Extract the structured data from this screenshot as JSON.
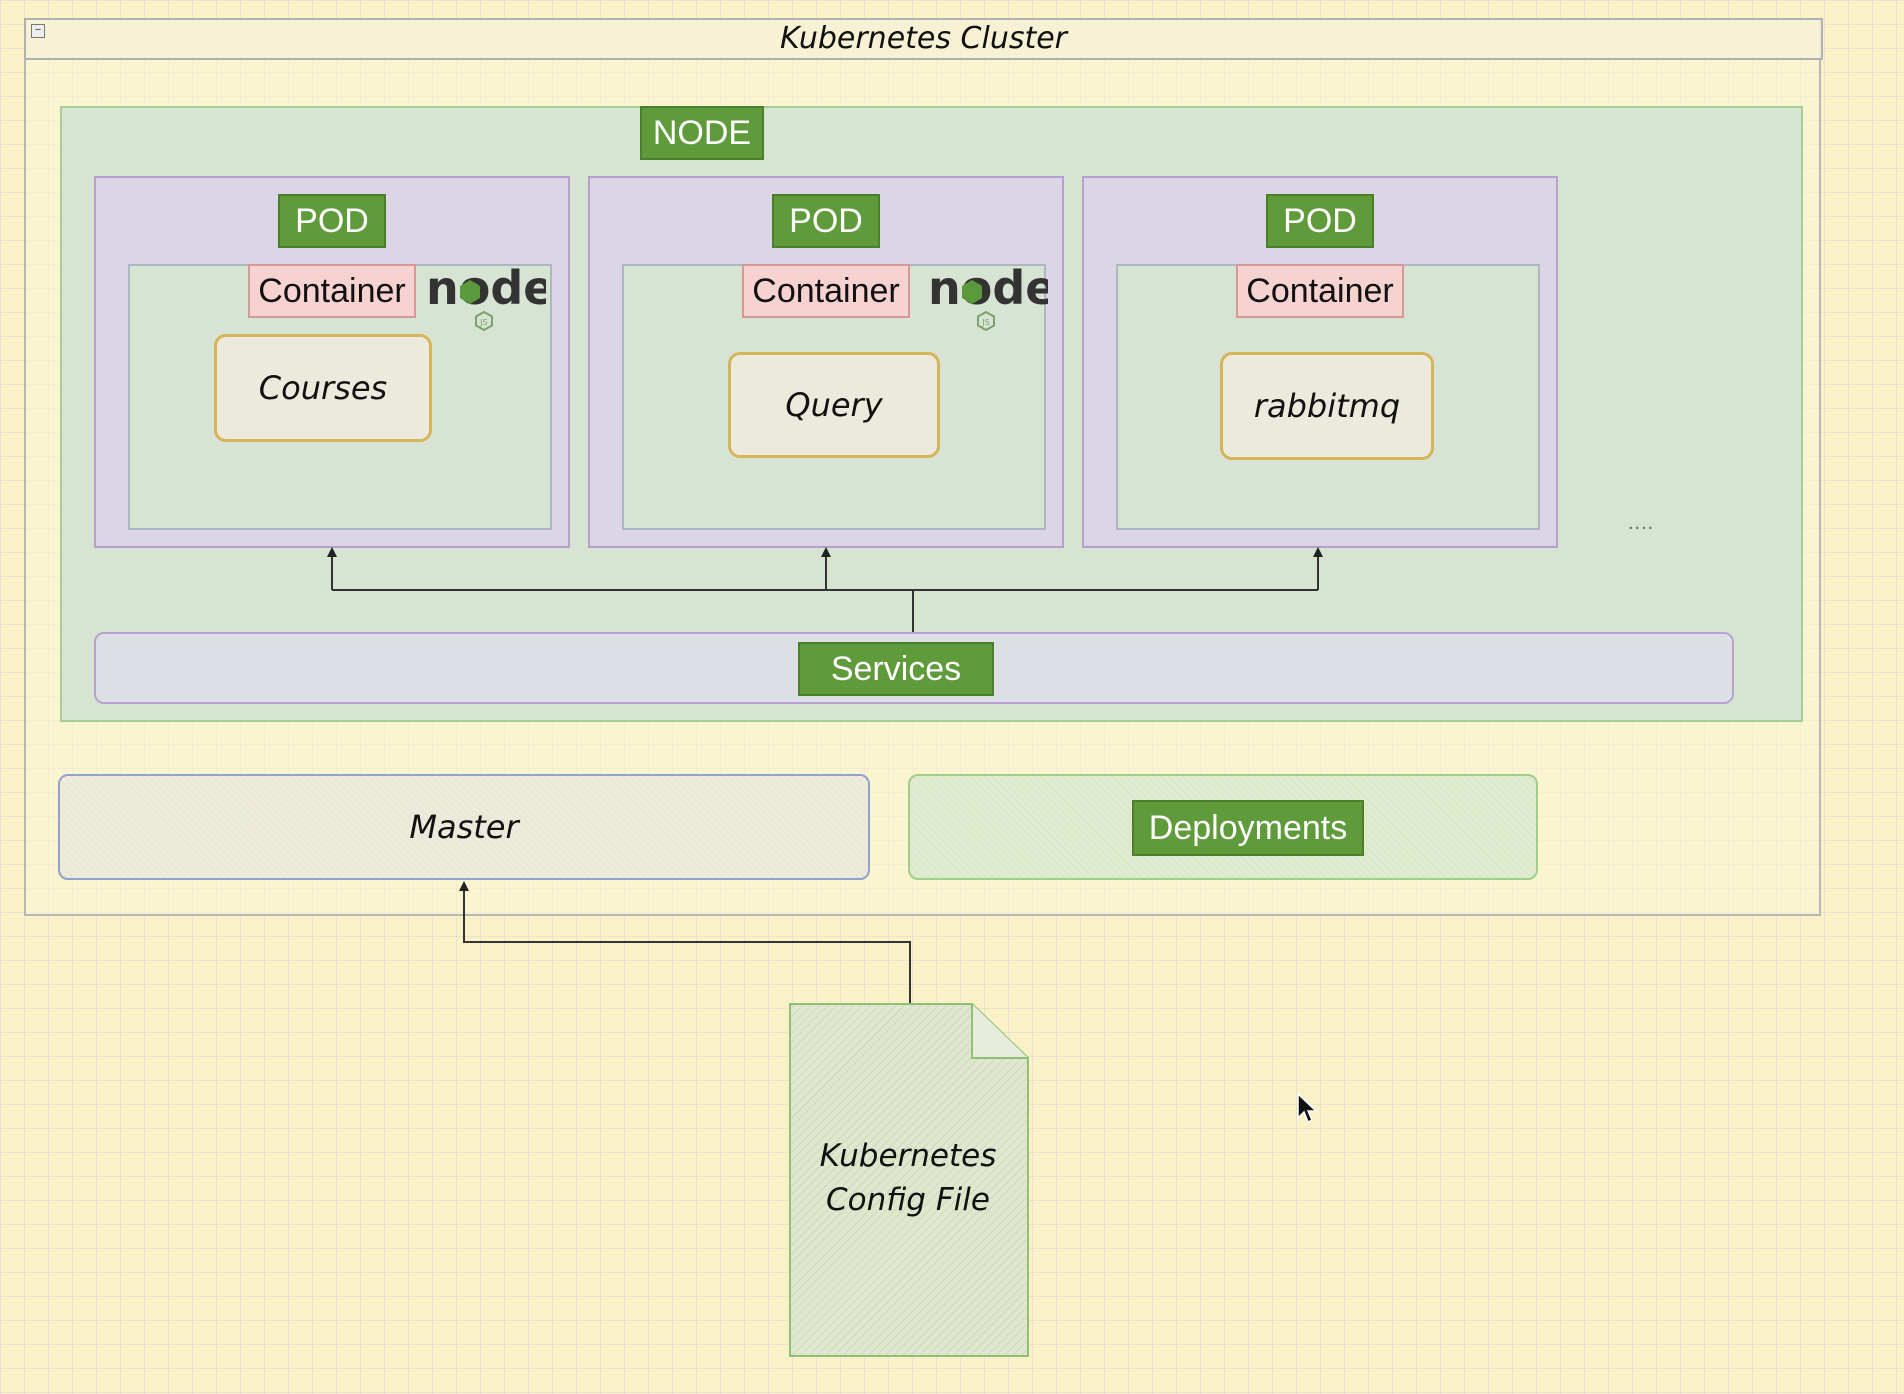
{
  "cluster": {
    "title": "Kubernetes Cluster",
    "collapse_symbol": "−"
  },
  "node": {
    "label": "NODE"
  },
  "pods": [
    {
      "label": "POD",
      "container_label": "Container",
      "service": "Courses",
      "node_logo_text": "node",
      "logo_badge": "JS"
    },
    {
      "label": "POD",
      "container_label": "Container",
      "service": "Query",
      "node_logo_text": "node",
      "logo_badge": "JS"
    },
    {
      "label": "POD",
      "container_label": "Container",
      "service": "rabbitmq"
    }
  ],
  "ellipsis": "....",
  "services": {
    "label": "Services"
  },
  "master": {
    "label": "Master"
  },
  "deployments": {
    "label": "Deployments"
  },
  "config_file": {
    "line1": "Kubernetes",
    "line2": "Config File"
  },
  "colors": {
    "background": "#fbf1c8",
    "node_fill": "#d6e4d1",
    "pod_fill": "#dcd5e6",
    "green_label": "#5f9a3b",
    "container_label_fill": "#f6d2d1",
    "service_border": "#d6b45a"
  }
}
